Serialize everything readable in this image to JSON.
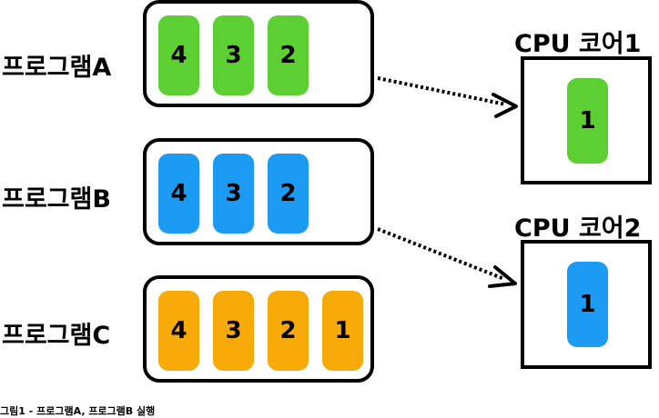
{
  "programs": [
    {
      "label": "프로그램A",
      "color": "#5ccf32",
      "tasks": [
        "4",
        "3",
        "2"
      ]
    },
    {
      "label": "프로그램B",
      "color": "#1b9bf3",
      "tasks": [
        "4",
        "3",
        "2"
      ]
    },
    {
      "label": "프로그램C",
      "color": "#f8aa08",
      "tasks": [
        "4",
        "3",
        "2",
        "1"
      ]
    }
  ],
  "cores": [
    {
      "title": "CPU 코어1",
      "task": "1",
      "color": "#5ccf32"
    },
    {
      "title": "CPU 코어2",
      "task": "1",
      "color": "#1b9bf3"
    }
  ],
  "caption": "그림1 - 프로그램A, 프로그램B 실행"
}
